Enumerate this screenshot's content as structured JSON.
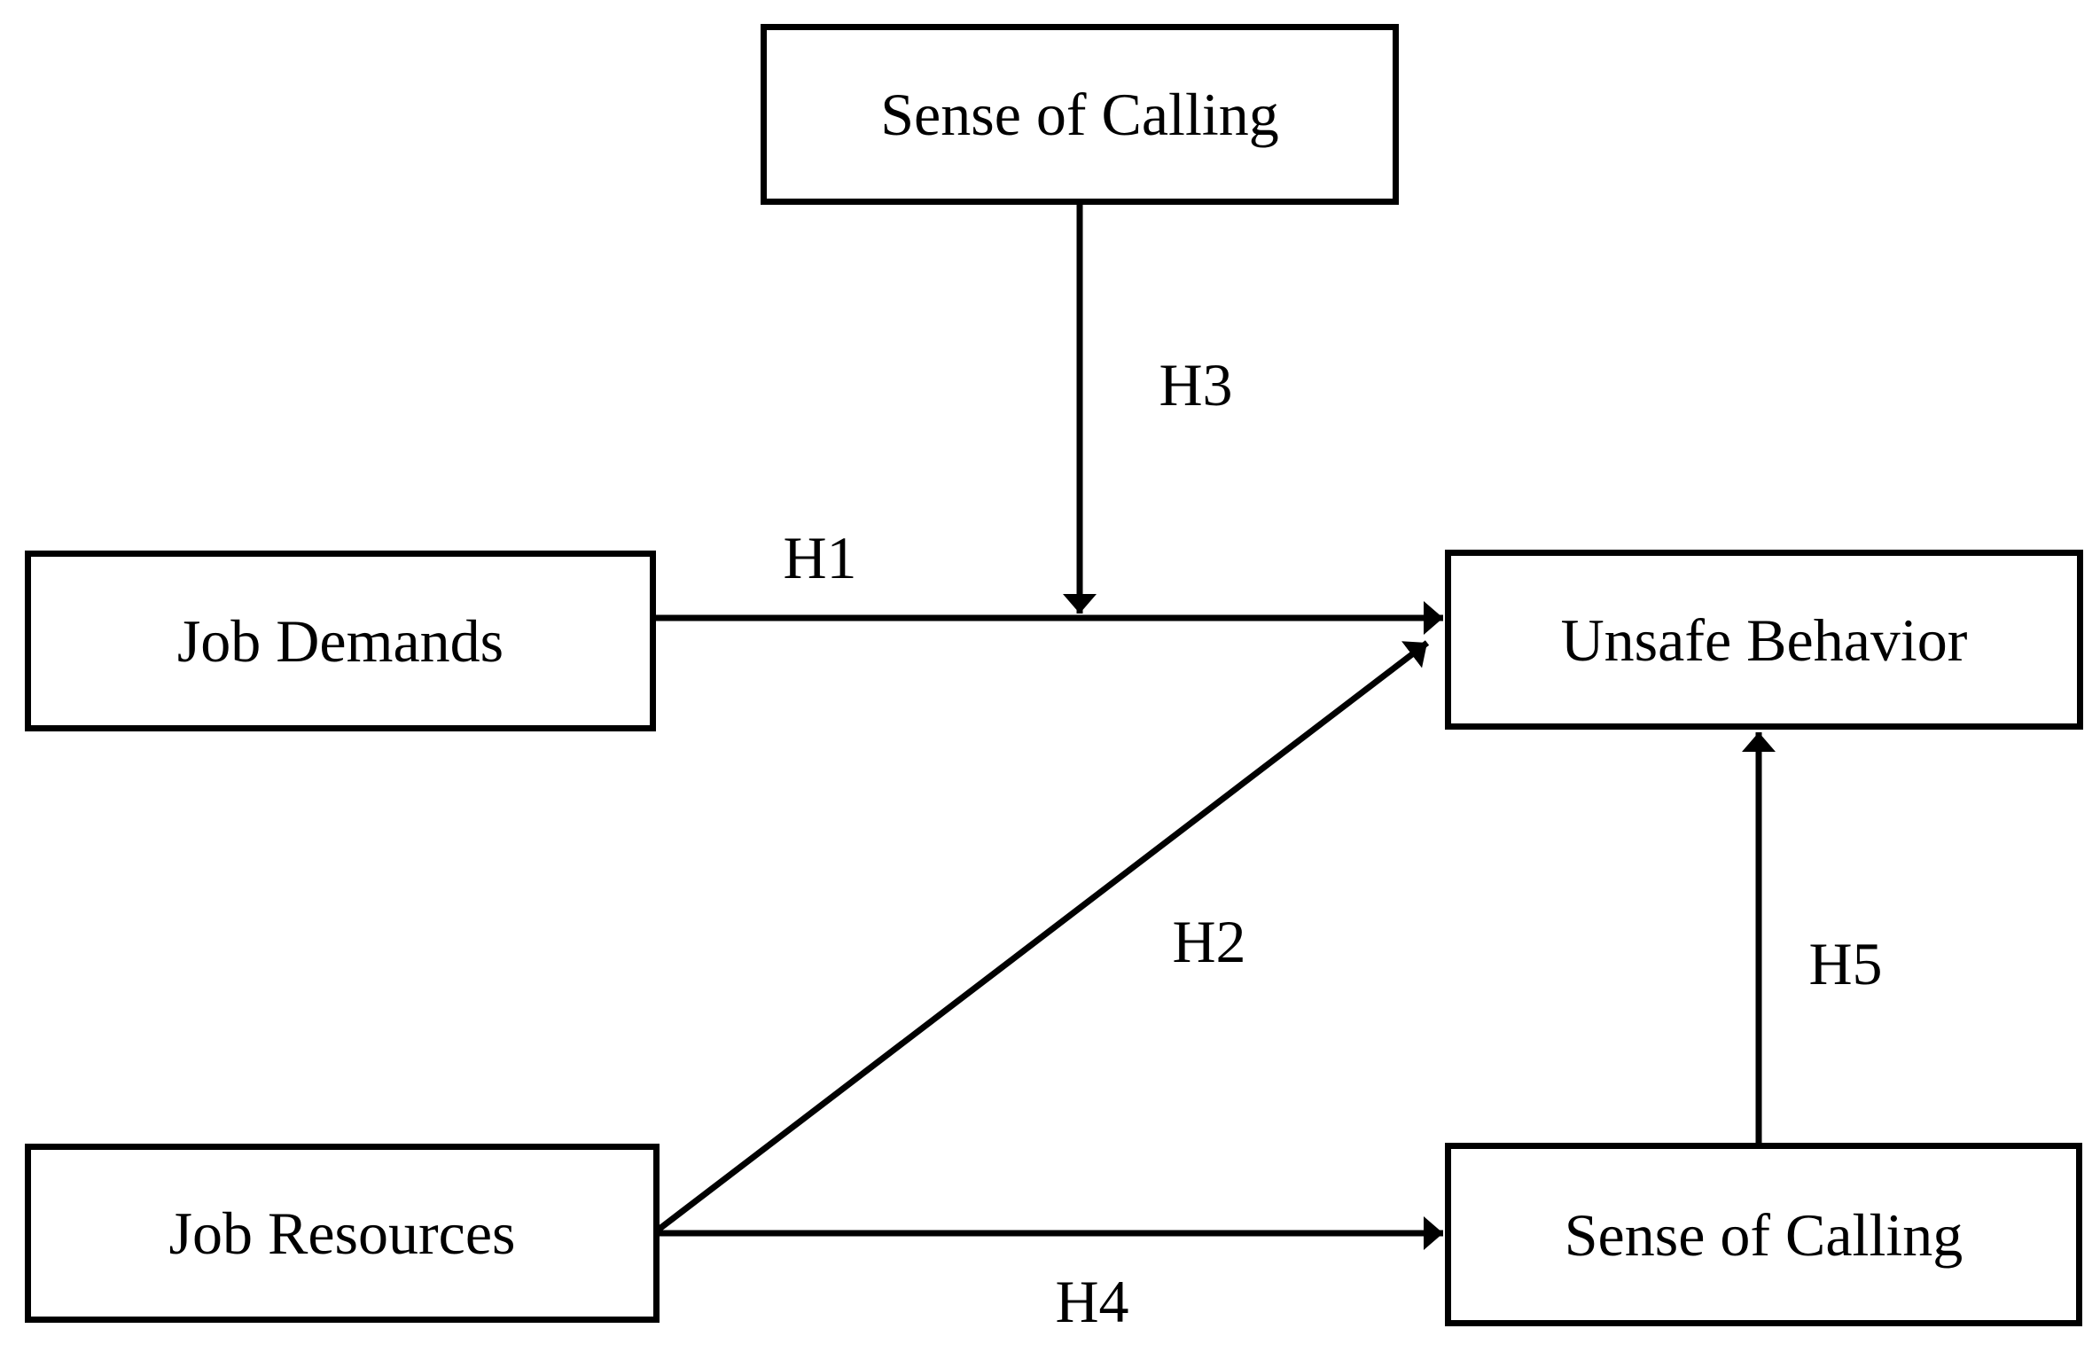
{
  "diagram": {
    "type": "hypothesis-path-model",
    "colors": {
      "background": "#ffffff",
      "node_fill": "#ffffff",
      "line": "#000000",
      "text": "#000000"
    },
    "nodes": [
      {
        "id": "sense-of-calling-top",
        "label": "Sense of Calling"
      },
      {
        "id": "job-demands",
        "label": "Job Demands"
      },
      {
        "id": "unsafe-behavior",
        "label": "Unsafe Behavior"
      },
      {
        "id": "job-resources",
        "label": "Job Resources"
      },
      {
        "id": "sense-of-calling-bottom",
        "label": "Sense of Calling"
      }
    ],
    "edges": [
      {
        "id": "H1",
        "label": "H1",
        "from": "job-demands",
        "to": "unsafe-behavior"
      },
      {
        "id": "H2",
        "label": "H2",
        "from": "job-resources",
        "to": "unsafe-behavior"
      },
      {
        "id": "H3",
        "label": "H3",
        "from": "sense-of-calling-top",
        "to": "H1-arrow-line"
      },
      {
        "id": "H4",
        "label": "H4",
        "from": "job-resources",
        "to": "sense-of-calling-bottom"
      },
      {
        "id": "H5",
        "label": "H5",
        "from": "sense-of-calling-bottom",
        "to": "unsafe-behavior"
      }
    ]
  }
}
